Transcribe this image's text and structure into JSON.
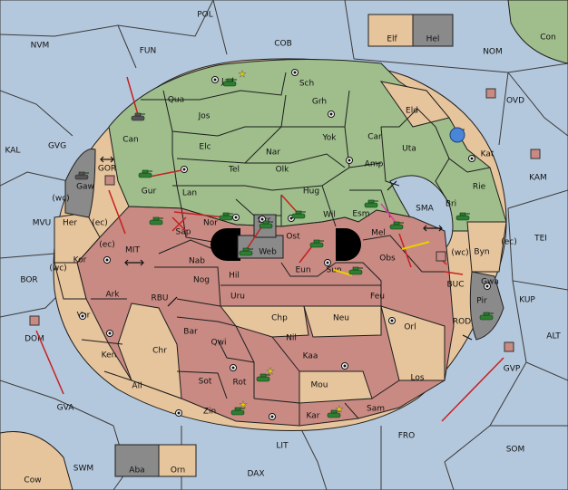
{
  "board": {
    "outer_regions": [
      {
        "id": "POL",
        "label": "POL"
      },
      {
        "id": "NVM",
        "label": "NVM"
      },
      {
        "id": "FUN",
        "label": "FUN"
      },
      {
        "id": "COB",
        "label": "COB"
      },
      {
        "id": "NOM",
        "label": "NOM"
      },
      {
        "id": "Con",
        "label": "Con"
      },
      {
        "id": "Elf",
        "label": "Elf"
      },
      {
        "id": "Hel",
        "label": "Hel"
      },
      {
        "id": "OVD",
        "label": "OVD"
      },
      {
        "id": "KAL",
        "label": "KAL"
      },
      {
        "id": "GVG",
        "label": "GVG"
      },
      {
        "id": "KAM",
        "label": "KAM"
      },
      {
        "id": "GOR",
        "label": "GOR"
      },
      {
        "id": "MVU",
        "label": "MVU"
      },
      {
        "id": "TEI",
        "label": "TEI"
      },
      {
        "id": "SMA",
        "label": "SMA"
      },
      {
        "id": "MIT",
        "label": "MIT"
      },
      {
        "id": "BOR",
        "label": "BOR"
      },
      {
        "id": "BUC",
        "label": "BUC"
      },
      {
        "id": "KUP",
        "label": "KUP"
      },
      {
        "id": "RBU",
        "label": "RBU"
      },
      {
        "id": "ROD",
        "label": "ROD"
      },
      {
        "id": "DOM",
        "label": "DOM"
      },
      {
        "id": "ALT",
        "label": "ALT"
      },
      {
        "id": "GVP",
        "label": "GVP"
      },
      {
        "id": "GVA",
        "label": "GVA"
      },
      {
        "id": "FRO",
        "label": "FRO"
      },
      {
        "id": "SOM",
        "label": "SOM"
      },
      {
        "id": "LIT",
        "label": "LIT"
      },
      {
        "id": "SWM",
        "label": "SWM"
      },
      {
        "id": "DAX",
        "label": "DAX"
      },
      {
        "id": "Cow",
        "label": "Cow"
      },
      {
        "id": "Aba",
        "label": "Aba"
      },
      {
        "id": "Orn",
        "label": "Orn"
      }
    ],
    "land_regions": [
      {
        "id": "Jad",
        "label": "Jad"
      },
      {
        "id": "Sch",
        "label": "Sch"
      },
      {
        "id": "Qua",
        "label": "Qua"
      },
      {
        "id": "Grh",
        "label": "Grh"
      },
      {
        "id": "Jos",
        "label": "Jos"
      },
      {
        "id": "Eld",
        "label": "Eld"
      },
      {
        "id": "Can",
        "label": "Can"
      },
      {
        "id": "Yok",
        "label": "Yok"
      },
      {
        "id": "Car",
        "label": "Car"
      },
      {
        "id": "Elc",
        "label": "Elc"
      },
      {
        "id": "Nar",
        "label": "Nar"
      },
      {
        "id": "Uta",
        "label": "Uta"
      },
      {
        "id": "Kat",
        "label": "Kat"
      },
      {
        "id": "Tel",
        "label": "Tel"
      },
      {
        "id": "Olk",
        "label": "Olk"
      },
      {
        "id": "Amp",
        "label": "Amp"
      },
      {
        "id": "Gur",
        "label": "Gur"
      },
      {
        "id": "Gaw",
        "label": "Gaw"
      },
      {
        "id": "Lan",
        "label": "Lan"
      },
      {
        "id": "Hug",
        "label": "Hug"
      },
      {
        "id": "Rie",
        "label": "Rie"
      },
      {
        "id": "Bri",
        "label": "Bri"
      },
      {
        "id": "Wil",
        "label": "Wil"
      },
      {
        "id": "Esm",
        "label": "Esm"
      },
      {
        "id": "Her",
        "label": "Her"
      },
      {
        "id": "Nor",
        "label": "Nor"
      },
      {
        "id": "Skr",
        "label": "Skr"
      },
      {
        "id": "Sap",
        "label": "Sap"
      },
      {
        "id": "Ost",
        "label": "Ost"
      },
      {
        "id": "Mel",
        "label": "Mel"
      },
      {
        "id": "Web",
        "label": "Web"
      },
      {
        "id": "Byn",
        "label": "Byn"
      },
      {
        "id": "Kor",
        "label": "Kor"
      },
      {
        "id": "Nab",
        "label": "Nab"
      },
      {
        "id": "Obs",
        "label": "Obs"
      },
      {
        "id": "Eun",
        "label": "Eun"
      },
      {
        "id": "Sun",
        "label": "Sun"
      },
      {
        "id": "Gwa",
        "label": "Gwa"
      },
      {
        "id": "Hil",
        "label": "Hil"
      },
      {
        "id": "Ark",
        "label": "Ark"
      },
      {
        "id": "Nog",
        "label": "Nog"
      },
      {
        "id": "Uru",
        "label": "Uru"
      },
      {
        "id": "Feu",
        "label": "Feu"
      },
      {
        "id": "Pir",
        "label": "Pir"
      },
      {
        "id": "Ver",
        "label": "Ver"
      },
      {
        "id": "Chp",
        "label": "Chp"
      },
      {
        "id": "Neu",
        "label": "Neu"
      },
      {
        "id": "Bar",
        "label": "Bar"
      },
      {
        "id": "Qwi",
        "label": "Qwi"
      },
      {
        "id": "Orl",
        "label": "Orl"
      },
      {
        "id": "Nil",
        "label": "Nil"
      },
      {
        "id": "Chr",
        "label": "Chr"
      },
      {
        "id": "Ken",
        "label": "Ken"
      },
      {
        "id": "Kaa",
        "label": "Kaa"
      },
      {
        "id": "Sot",
        "label": "Sot"
      },
      {
        "id": "Rot",
        "label": "Rot"
      },
      {
        "id": "Los",
        "label": "Los"
      },
      {
        "id": "Ail",
        "label": "Ail"
      },
      {
        "id": "Mou",
        "label": "Mou"
      },
      {
        "id": "Zin",
        "label": "Zin"
      },
      {
        "id": "Kar",
        "label": "Kar"
      },
      {
        "id": "Sam",
        "label": "Sam"
      }
    ],
    "coast_labels": [
      "(wc)",
      "(ec)",
      "(ec)",
      "(wc)",
      "(wc)",
      "(ec)"
    ],
    "colors": {
      "sea": "#b4c8dd",
      "green_power": "#9fbe8c",
      "red_power": "#c88a82",
      "neutral": "#e6c49c",
      "grey_power": "#8a8a8a",
      "move_arrow": "#c82020",
      "support_arrow": "#e8d000",
      "convoy_arrow": "#e03c9c",
      "army_unit": "#2e7d32"
    },
    "icons": [
      "tank-icon",
      "fleet-icon",
      "supply-center-icon",
      "star-icon",
      "double-arrow-icon"
    ]
  }
}
